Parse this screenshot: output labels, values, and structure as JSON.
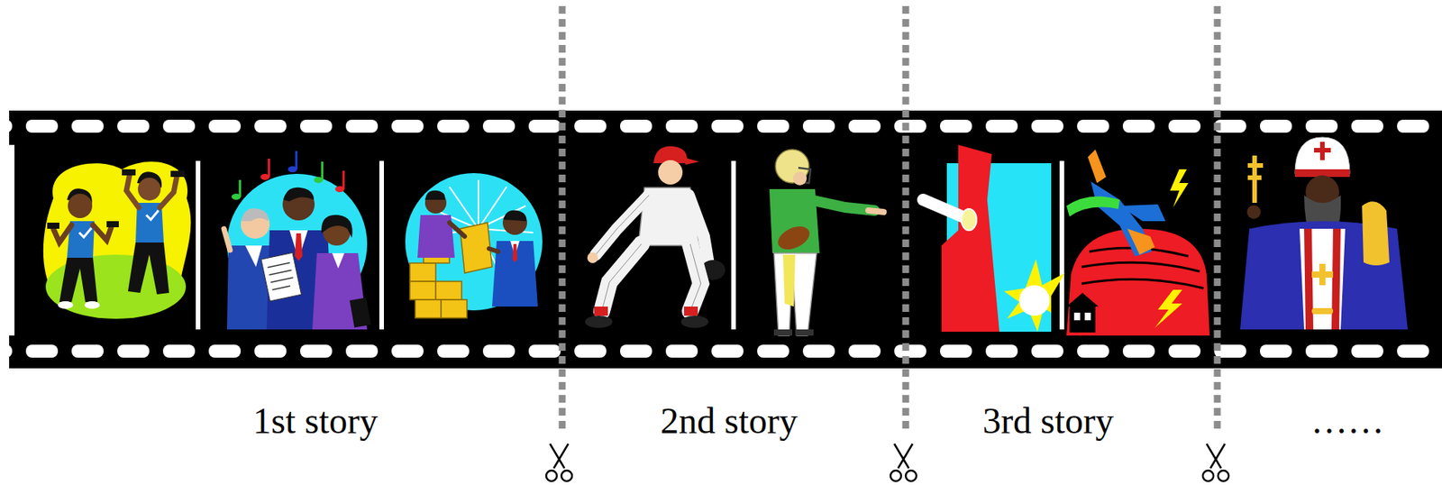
{
  "diagram": {
    "labels": [
      "1st story",
      "2nd story",
      "3rd story",
      "……"
    ]
  }
}
